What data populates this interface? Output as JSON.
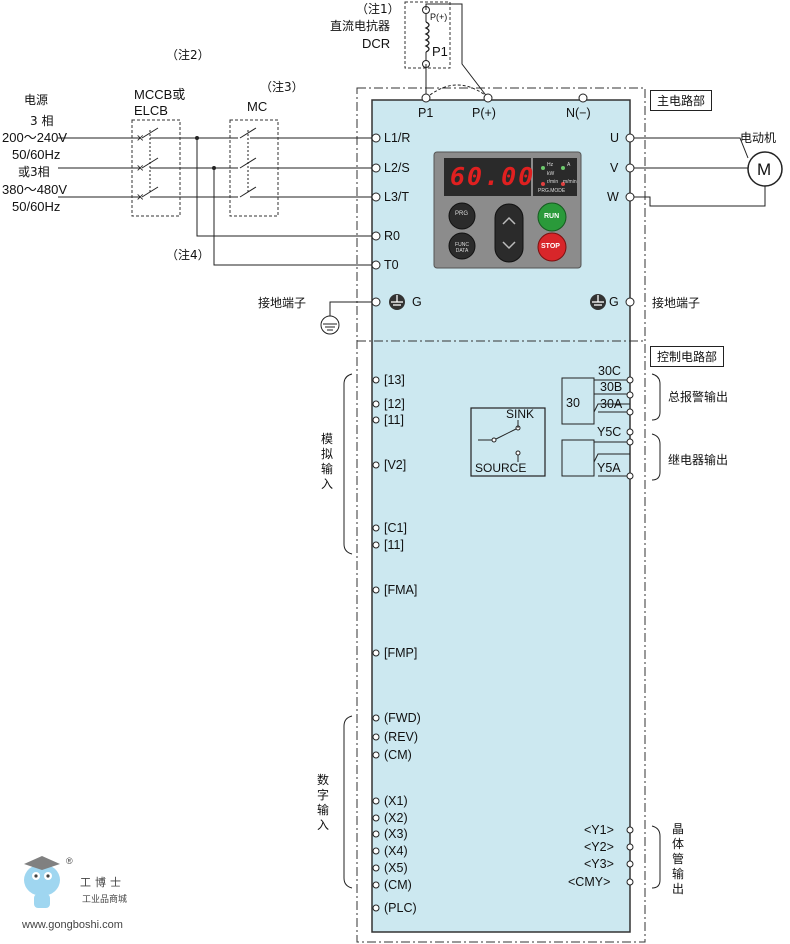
{
  "notes": {
    "note1": "（注1）",
    "note2": "（注2）",
    "note3": "（注3）",
    "note4": "（注4）"
  },
  "dcr": {
    "line1": "直流电抗器",
    "line2": "DCR",
    "p_plus": "P(+)",
    "p1": "P1"
  },
  "power_source": {
    "title": "电源",
    "lines": [
      "3 相",
      "200～240V",
      "50/60Hz",
      "或3相",
      "380～480V",
      "50/60Hz"
    ]
  },
  "breaker": {
    "line1": "MCCB或",
    "line2": "ELCB"
  },
  "contactor": "MC",
  "main_circuit_tag": "主电路部",
  "control_circuit_tag": "控制电路部",
  "main_terminals": {
    "top": [
      "P1",
      "P(+)",
      "N(−)"
    ],
    "left": [
      "L1/R",
      "L2/S",
      "L3/T",
      "R0",
      "T0",
      "G"
    ],
    "right": [
      "U",
      "V",
      "W",
      "G"
    ]
  },
  "motor": {
    "label": "电动机",
    "symbol": "M"
  },
  "ground_label_left": "接地端子",
  "ground_label_right": "接地端子",
  "keypad": {
    "display": "60.00",
    "led_labels": [
      "Hz",
      "A",
      "kW",
      "r/min",
      "m/min",
      "PRG.MODE"
    ],
    "prg_button": "PRG",
    "func_button": "FUNC DATA",
    "run_button": "RUN",
    "stop_button": "STOP"
  },
  "switch": {
    "sink": "SINK",
    "source": "SOURCE"
  },
  "analog_terminals": [
    "[13]",
    "[12]",
    "[11]",
    "[V2]",
    "[C1]",
    "[11]",
    "[FMA]",
    "[FMP]"
  ],
  "analog_label": "模拟输入",
  "digital_terminals": [
    "(FWD)",
    "(REV)",
    "(CM)",
    "(X1)",
    "(X2)",
    "(X3)",
    "(X4)",
    "(X5)",
    "(CM)",
    "(PLC)"
  ],
  "digital_label": "数字输入",
  "alarm_terminals": [
    "30C",
    "30B",
    "30A"
  ],
  "alarm_relay": "30",
  "alarm_label": "总报警输出",
  "relay_terminals": [
    "Y5C",
    "Y5A"
  ],
  "relay_label": "继电器输出",
  "transistor_terminals": [
    "<Y1>",
    "<Y2>",
    "<Y3>",
    "<CMY>"
  ],
  "transistor_label": "晶体管输出",
  "watermark": {
    "brand": "工博士",
    "sub": "工业品商城",
    "url": "www.gongboshi.com",
    "reg": "®"
  },
  "colors": {
    "panel": "#cce8f0",
    "keypad": "#8a8a8a",
    "display": "#d81e1e",
    "run": "#2a9a3a",
    "stop": "#d8262a"
  }
}
